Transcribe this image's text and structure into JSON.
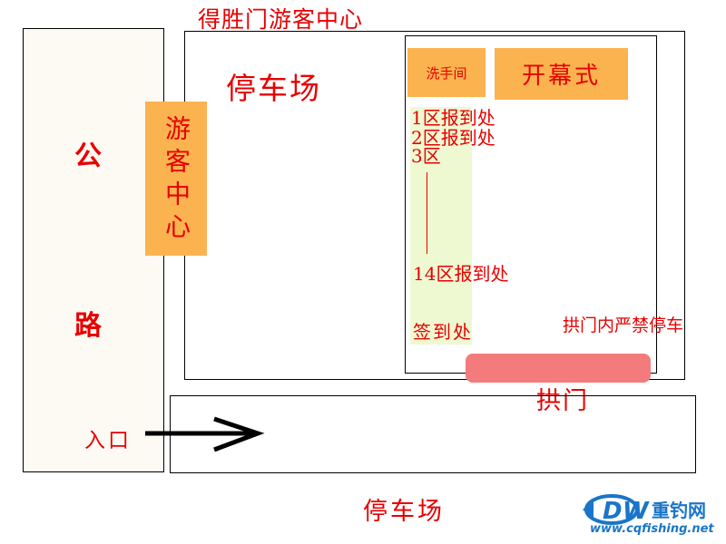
{
  "colors": {
    "text_red": "#e80000",
    "orange": "#fbb350",
    "road_fill": "#fdfaf3",
    "lane_green": "#eef9d2",
    "arch_pink": "#f47b7b",
    "logo_blue": "#1a75c9"
  },
  "title": "得胜门游客中心",
  "road": {
    "char1": "公",
    "char2": "路"
  },
  "visitor_center": {
    "label": "游客中心"
  },
  "parking_main": {
    "label": "停车场"
  },
  "restroom": {
    "label": "洗手间"
  },
  "opening_ceremony": {
    "label": "开幕式"
  },
  "registration": {
    "line1": "1区报到处",
    "line2": "2区报到处",
    "line3": "3区",
    "line4": "14区报到处",
    "checkin": "签到处"
  },
  "no_parking_notice": "拱门内严禁停车",
  "arch": {
    "label": "拱门"
  },
  "entrance": {
    "label": "入口"
  },
  "parking_bottom": {
    "label": "停车场"
  },
  "logo": {
    "brand": "重钓网",
    "url": "www.cqfishing.net"
  }
}
